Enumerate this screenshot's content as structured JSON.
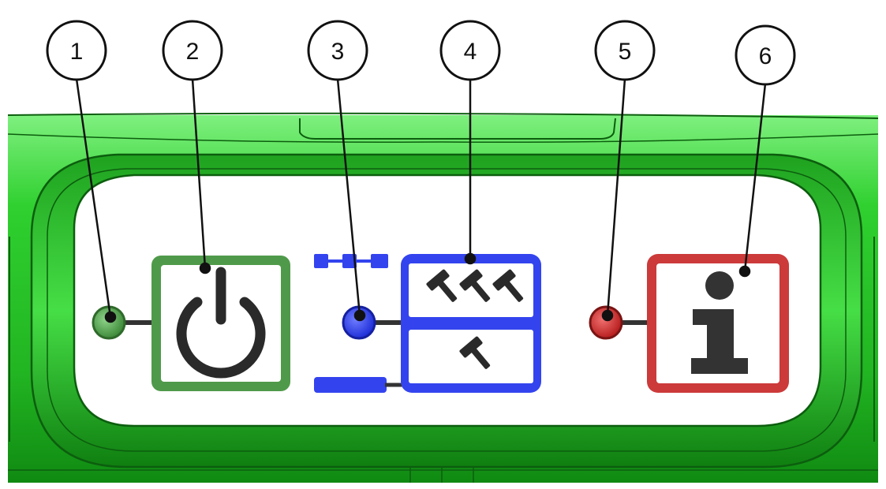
{
  "callouts": [
    {
      "id": "1",
      "label": "1"
    },
    {
      "id": "2",
      "label": "2"
    },
    {
      "id": "3",
      "label": "3"
    },
    {
      "id": "4",
      "label": "4"
    },
    {
      "id": "5",
      "label": "5"
    },
    {
      "id": "6",
      "label": "6"
    }
  ],
  "panel": {
    "housing_color": "#2fd02f",
    "housing_dark": "#0f7a12",
    "face_color": "#ffffff"
  },
  "controls": {
    "power": {
      "icon": "power-icon",
      "frame_color": "#4f9a4a",
      "led_color": "#4f9a4a"
    },
    "mode": {
      "icon": "hammer-icon",
      "frame_color": "#3344ee",
      "led_color": "#2d3dea",
      "upper_hammer_count": 3,
      "lower_hammer_count": 1
    },
    "info": {
      "icon": "info-icon",
      "frame_color": "#cc3a3a",
      "led_color": "#d23030"
    }
  }
}
